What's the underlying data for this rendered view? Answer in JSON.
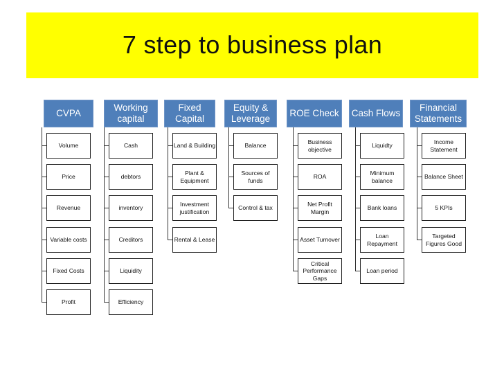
{
  "title": "7 step to business plan",
  "columns": [
    {
      "header": "CVPA",
      "items": [
        "Volume",
        "Price",
        "Revenue",
        "Variable costs",
        "Fixed Costs",
        "Profit"
      ]
    },
    {
      "header": "Working capital",
      "items": [
        "Cash",
        "debtors",
        "inventory",
        "Creditors",
        "Liquidity",
        "Efficiency"
      ]
    },
    {
      "header": "Fixed Capital",
      "items": [
        "Land & Building",
        "Plant & Equipment",
        "Investment justification",
        "Rental & Lease"
      ]
    },
    {
      "header": "Equity & Leverage",
      "items": [
        "Balance",
        "Sources of funds",
        "Control & tax"
      ]
    },
    {
      "header": "ROE Check",
      "items": [
        "Business objective",
        "ROA",
        "Net Profit Margin",
        "Asset Turnover",
        "Critical Performance Gaps"
      ]
    },
    {
      "header": "Cash Flows",
      "items": [
        "Liquidty",
        "Minimum balance",
        "Bank loans",
        "Loan Repayment",
        "Loan period"
      ]
    },
    {
      "header": "Financial Statements",
      "items": [
        "Income Statement",
        "Balance Sheet",
        "5 KPIs",
        "Targeted Figures Good"
      ]
    }
  ],
  "colors": {
    "title_band": "#ffff00",
    "header_fill": "#4f7fba",
    "box_border": "#222222"
  }
}
